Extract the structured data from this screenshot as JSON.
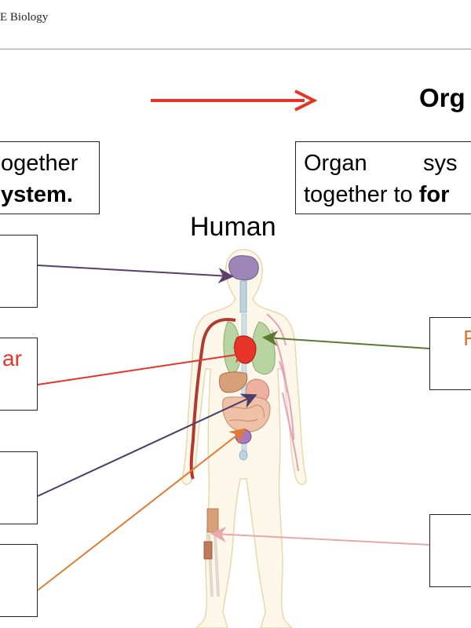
{
  "header": {
    "course": "E Biology"
  },
  "title": "Org",
  "left_note": {
    "line1": "ogether",
    "line2": "ystem."
  },
  "right_note": {
    "line1_a": "Organ",
    "line1_b": "sys",
    "line2_a": "together to ",
    "line2_b": "for"
  },
  "diagram": {
    "label": "Human"
  },
  "label_boxes": {
    "left_second": "ar",
    "right_first": "F"
  },
  "colors": {
    "title_arrow": "#e8332b",
    "pointer_brain": "#5a3e6b",
    "pointer_heart": "#e8332b",
    "pointer_stomach": "#4a3d66",
    "pointer_intestine": "#e07b33",
    "pointer_lung": "#5b7a2e",
    "pointer_leg": "#e8a8a8"
  }
}
